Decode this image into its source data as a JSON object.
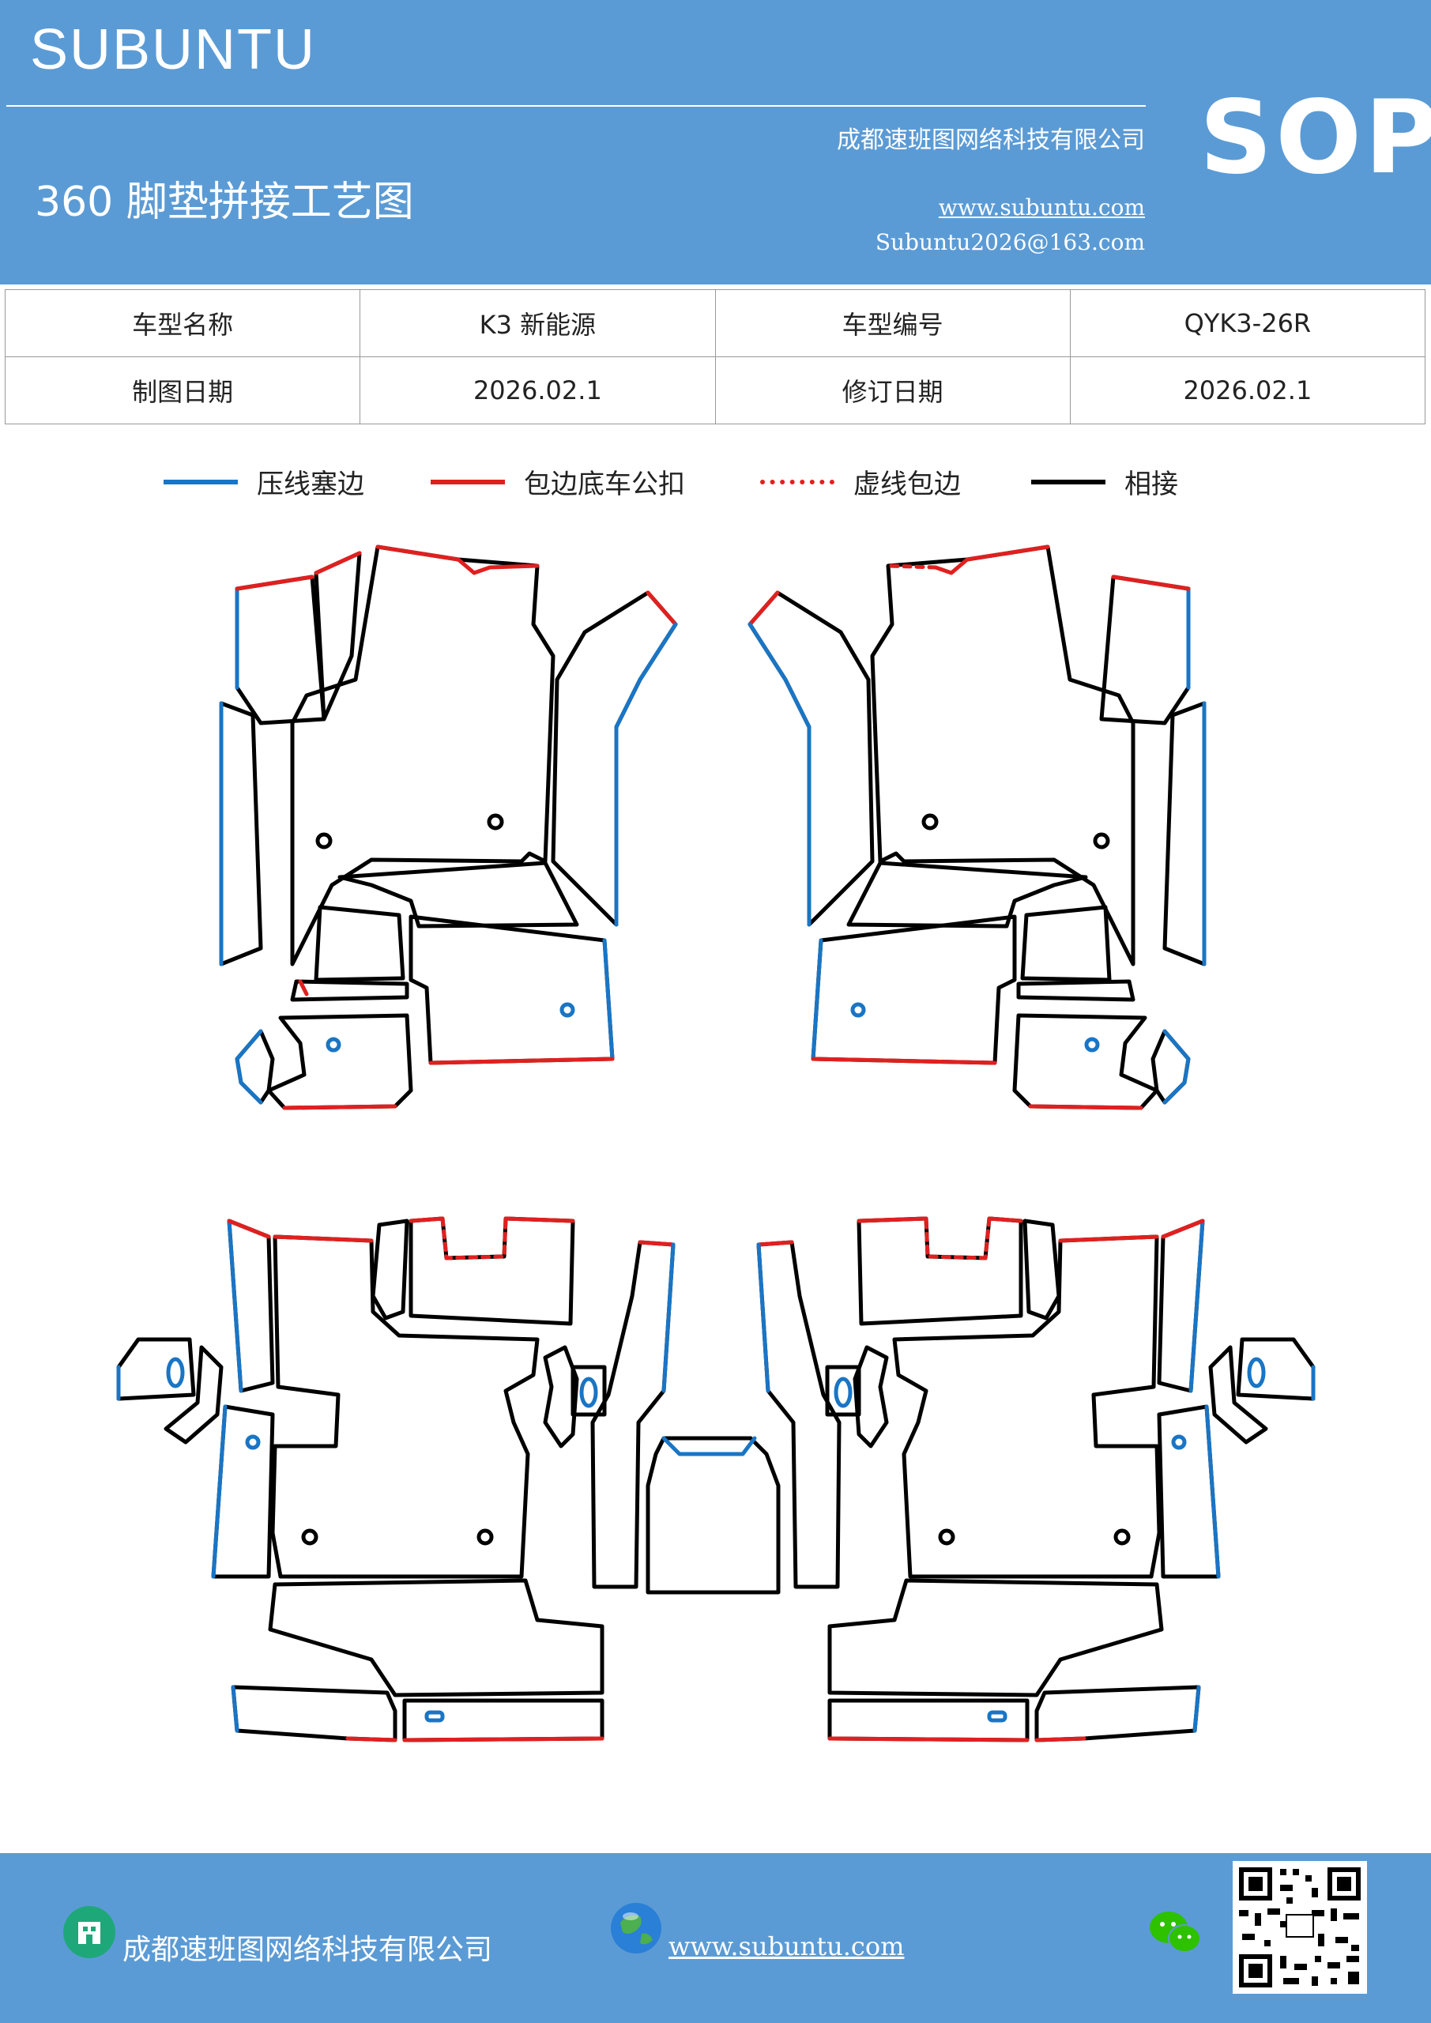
{
  "header": {
    "brand": "SUBUNTU",
    "badge": "SOP",
    "company": "成都速班图网络科技有限公司",
    "title": "360 脚垫拼接工艺图",
    "website": "www.subuntu.com",
    "email": "Subuntu2026@163.com"
  },
  "info_table": {
    "rows": [
      {
        "label1": "车型名称",
        "value1": "K3 新能源",
        "label2": "车型编号",
        "value2": "QYK3-26R"
      },
      {
        "label1": "制图日期",
        "value1": "2026.02.1",
        "label2": "修订日期",
        "value2": "2026.02.1"
      }
    ]
  },
  "legend": [
    {
      "label": "压线塞边",
      "color": "#1a75c4",
      "style": "solid"
    },
    {
      "label": "包边底车公扣",
      "color": "#e02020",
      "style": "solid"
    },
    {
      "label": "虚线包边",
      "color": "#e02020",
      "style": "dashed"
    },
    {
      "label": "相接",
      "color": "#000000",
      "style": "solid"
    }
  ],
  "footer": {
    "company": "成都速班图网络科技有限公司",
    "website": "www.subuntu.com",
    "icons": [
      "company-icon",
      "globe-icon",
      "wechat-icon",
      "qr-code"
    ]
  },
  "colors": {
    "brand_blue": "#5b9bd5",
    "press_line": "#1a75c4",
    "edge_wrap": "#e02020",
    "join": "#000000"
  }
}
